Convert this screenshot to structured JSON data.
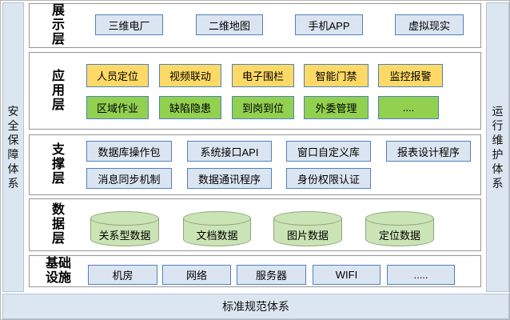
{
  "diagram": {
    "left_band_label": "安全保障体系",
    "right_band_label": "运行维护体系",
    "bottom_band_label": "标准规范体系",
    "layers": [
      {
        "label": "展示层",
        "rows": [
          [
            "三维电厂",
            "二维地图",
            "手机APP",
            "虚拟现实"
          ]
        ]
      },
      {
        "label": "应用层",
        "rows": [
          [
            "人员定位",
            "视频联动",
            "电子围栏",
            "智能门禁",
            "监控报警"
          ],
          [
            "区域作业",
            "缺陷隐患",
            "到岗到位",
            "外委管理",
            "...."
          ]
        ]
      },
      {
        "label": "支撑层",
        "rows": [
          [
            "数据库操作包",
            "系统接口API",
            "窗口自定义库",
            "报表设计程序"
          ],
          [
            "消息同步机制",
            "数据通讯程序",
            "身份权限认证"
          ]
        ]
      },
      {
        "label": "数据层",
        "rows": [
          [
            "关系型数据",
            "文档数据",
            "图片数据",
            "定位数据"
          ]
        ]
      },
      {
        "label": "基础设施",
        "rows": [
          [
            "机房",
            "网络",
            "服务器",
            "WIFI",
            "....."
          ]
        ]
      }
    ],
    "colors": {
      "band_fill": "#dce6f1",
      "box_blue_fill": "#dbe5f1",
      "box_border_blue": "#4f81bd",
      "box_yellow_fill": "#ffd966",
      "box_green_fill": "#92d050",
      "cylinder_fill": "#cbe4b5",
      "layer_border": "#969696"
    }
  }
}
